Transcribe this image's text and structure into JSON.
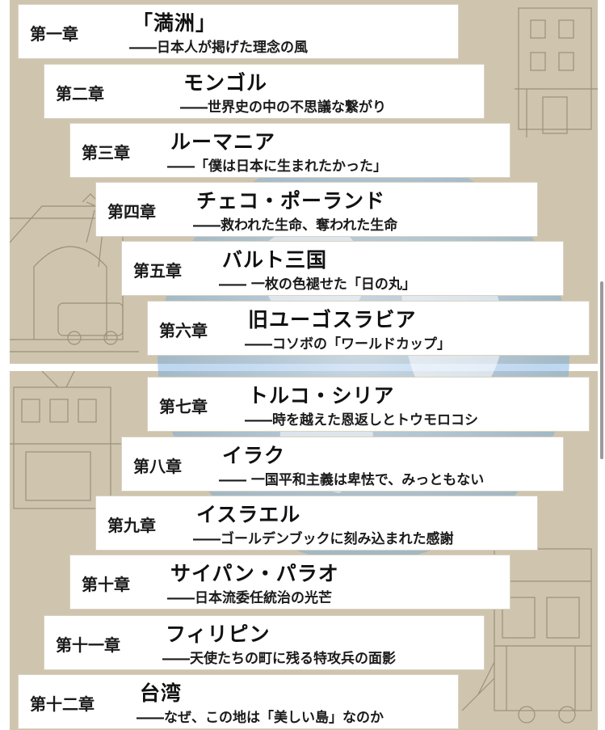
{
  "chapters": [
    {
      "chapter": "第一章",
      "title": "「満洲」",
      "subtitle": "――日本人が掲げた理念の風"
    },
    {
      "chapter": "第二章",
      "title": "モンゴル",
      "subtitle": "――世界史の中の不思議な繋がり"
    },
    {
      "chapter": "第三章",
      "title": "ルーマニア",
      "subtitle": "――「僕は日本に生まれたかった」"
    },
    {
      "chapter": "第四章",
      "title": "チェコ・ポーランド",
      "subtitle": "――救われた生命、奪われた生命"
    },
    {
      "chapter": "第五章",
      "title": "バルト三国",
      "subtitle": "―― 一枚の色褪せた「日の丸」"
    },
    {
      "chapter": "第六章",
      "title": "旧ユーゴスラビア",
      "subtitle": "――コソボの「ワールドカップ」"
    },
    {
      "chapter": "第七章",
      "title": "トルコ・シリア",
      "subtitle": "――時を越えた恩返しとトウモロコシ"
    },
    {
      "chapter": "第八章",
      "title": "イラク",
      "subtitle": "―― 一国平和主義は卑怯で、みっともない"
    },
    {
      "chapter": "第九章",
      "title": "イスラエル",
      "subtitle": "――ゴールデンブックに刻み込まれた感謝"
    },
    {
      "chapter": "第十章",
      "title": "サイパン・パラオ",
      "subtitle": "――日本流委任統治の光芒"
    },
    {
      "chapter": "第十一章",
      "title": "フィリピン",
      "subtitle": "――天使たちの町に残る特攻兵の面影"
    },
    {
      "chapter": "第十二章",
      "title": "台湾",
      "subtitle": "――なぜ、この地は「美しい島」なのか"
    }
  ],
  "colors": {
    "background": "#cfc5ae",
    "card": "#ffffff",
    "globe": "#6aa7df"
  }
}
